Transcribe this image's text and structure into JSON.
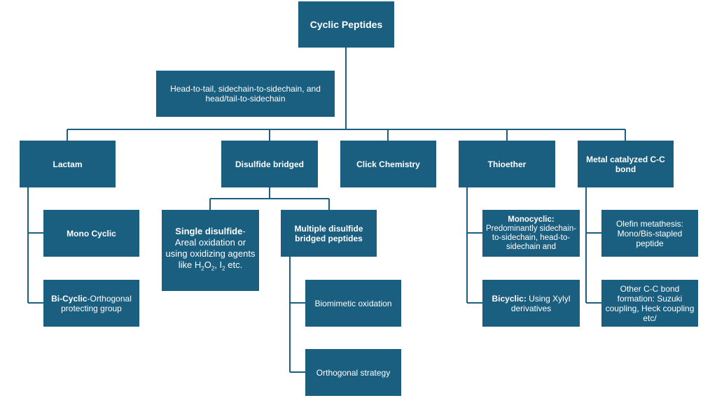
{
  "root": "Cyclic Peptides",
  "linkage": "Head-to-tail, sidechain-to-sidechain, and head/tail-to-sidechain",
  "categories": {
    "lactam": "Lactam",
    "disulfide": "Disulfide bridged",
    "click": "Click Chemistry",
    "thioether": "Thioether",
    "metal": "Metal catalyzed C-C bond"
  },
  "lactam_children": {
    "mono": "Mono Cyclic",
    "bi_bold": "Bi-Cyclic",
    "bi_rest": "-Orthogonal protecting group"
  },
  "disulfide_children": {
    "single_bold": "Single disulfide",
    "single_rest": "- Areal oxidation or using oxidizing agents like H",
    "single_sub1": "2",
    "single_o": "O",
    "single_sub2": "2",
    "single_i": ", I",
    "single_sub3": "2",
    "single_end": " etc.",
    "multiple": "Multiple disulfide bridged peptides",
    "biomimetic": "Biomimetic oxidation",
    "orthogonal": "Orthogonal strategy"
  },
  "thioether_children": {
    "mono_bold": "Monocyclic:",
    "mono_rest": "Predominantly sidechain-to-sidechain, head-to-sidechain and",
    "bi_bold": "Bicyclic:",
    "bi_rest": " Using Xylyl derivatives"
  },
  "metal_children": {
    "olefin": "Olefin metathesis: Mono/Bis-stapled peptide",
    "other": "Other C-C bond formation: Suzuki coupling, Heck coupling etc/"
  },
  "colors": {
    "box": "#1a5e80",
    "line": "#1a5e80"
  }
}
